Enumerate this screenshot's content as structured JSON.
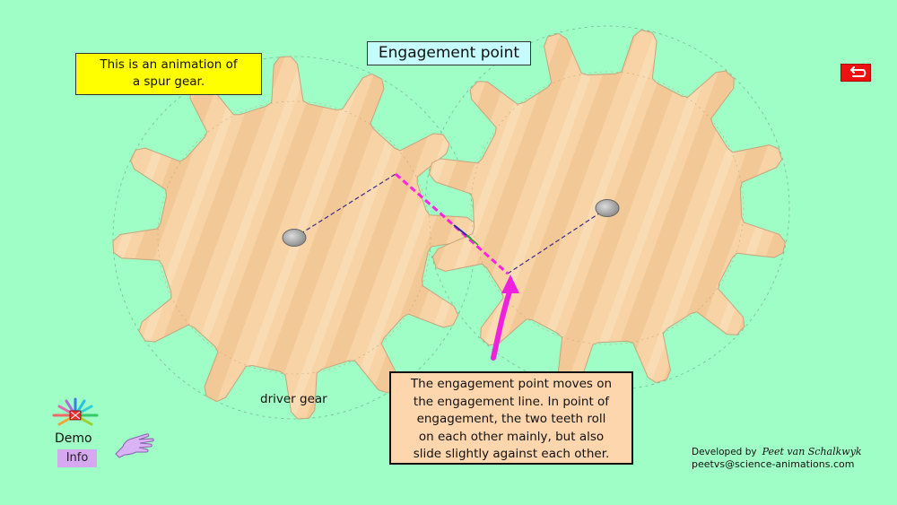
{
  "title": "Engagement point",
  "intro": {
    "line1": "This is an animation of",
    "line2": "a spur gear."
  },
  "explanation": {
    "line1": "The engagement point moves on",
    "line2": "the engagement line. In point of",
    "line3": "engagement, the two teeth roll",
    "line4": "on each other mainly, but also",
    "line5": "slide slightly against each other."
  },
  "driver_gear_label": "driver gear",
  "demo_label": "Demo",
  "info_label": "Info",
  "credits": {
    "developed_by": "Developed by",
    "author": "Peet van Schalkwyk",
    "email": "peetvs@science-animations.com"
  },
  "colors": {
    "background": "#9ffdc6",
    "gear_fill": "#f6d2a4",
    "engagement_line": "#ff22e0",
    "arrow": "#ee22dd",
    "back_button": "#ee1111"
  },
  "icons": {
    "back": "return-arrow-icon",
    "demo": "demo-burst-icon",
    "hand": "pointing-hand-icon"
  }
}
